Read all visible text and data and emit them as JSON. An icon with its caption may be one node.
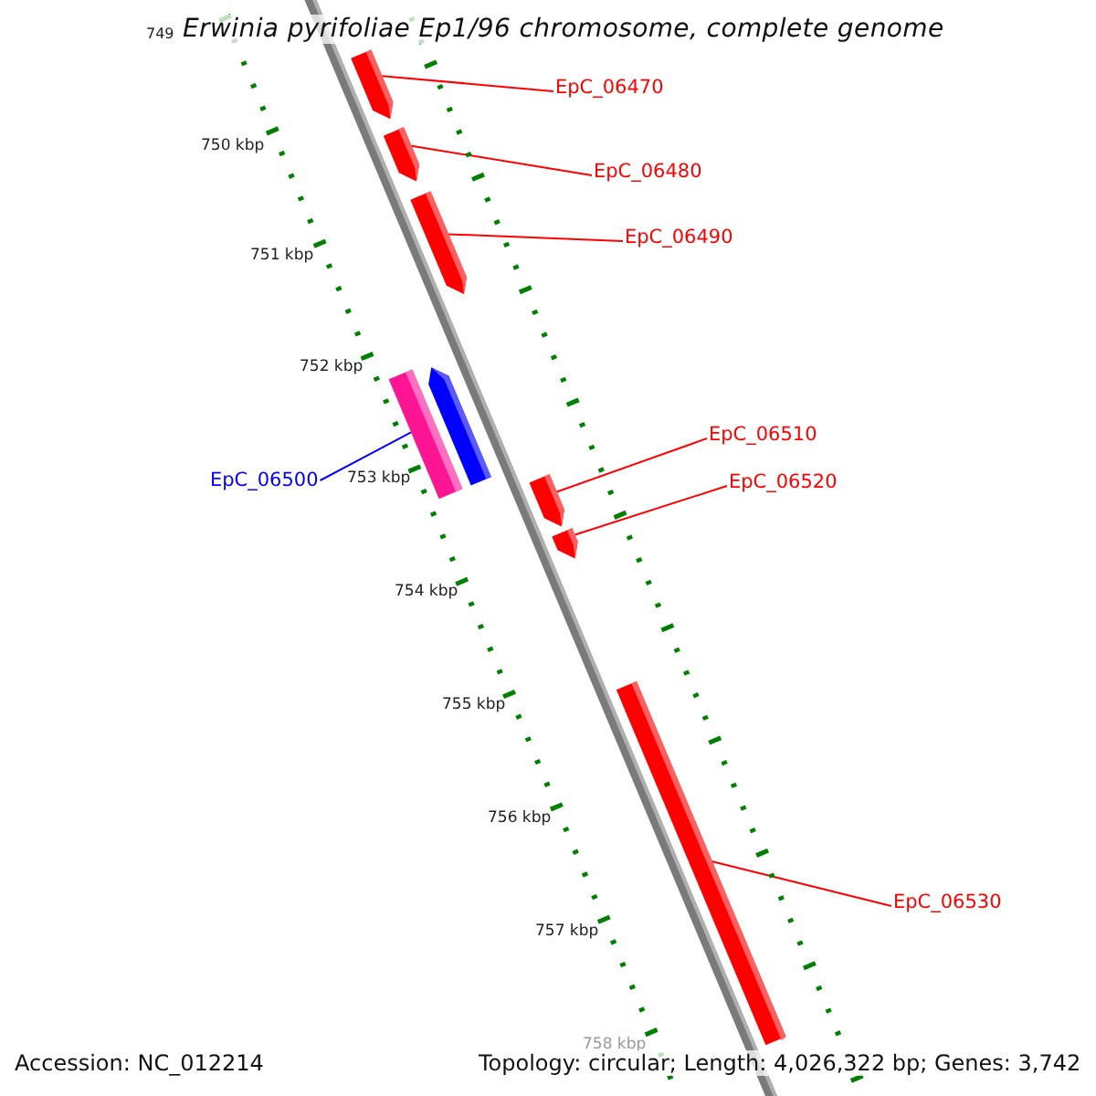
{
  "diagram": {
    "title": "Erwinia pyrifoliae Ep1/96 chromosome, complete genome",
    "nodes": [
      {
        "text": [
          "EpC_06470"
        ]
      },
      {
        "text": [
          "EpC_06480"
        ]
      },
      {
        "text": [
          "EpC_06490"
        ]
      },
      {
        "text": [
          "EpC_06500"
        ]
      },
      {
        "text": [
          "EpC_06510"
        ]
      },
      {
        "text": [
          "EpC_06520"
        ]
      },
      {
        "text": [
          "EpC_06530"
        ]
      },
      {
        "text": [],
        "shape": "arrow"
      },
      {
        "text": [],
        "shape": "arrow"
      },
      {
        "text": [],
        "shape": "arrow"
      },
      {
        "text": [],
        "shape": "bar"
      },
      {
        "text": [],
        "shape": "arrow"
      },
      {
        "text": [],
        "shape": "arrow"
      },
      {
        "text": [],
        "shape": "arrow"
      },
      {
        "text": [],
        "shape": "arrow"
      }
    ],
    "edges": [
      {
        "from": 0,
        "to": 7,
        "arrow": "none"
      },
      {
        "from": 1,
        "to": 8,
        "arrow": "none"
      },
      {
        "from": 2,
        "to": 9,
        "arrow": "none"
      },
      {
        "from": 3,
        "to": 10,
        "arrow": "none",
        "color": "#0000ff"
      },
      {
        "from": 4,
        "to": 12,
        "arrow": "none"
      },
      {
        "from": 5,
        "to": 13,
        "arrow": "none"
      },
      {
        "from": 6,
        "to": 14,
        "arrow": "none"
      }
    ],
    "labels": [
      "749",
      "750 kbp",
      "751 kbp",
      "752 kbp",
      "753 kbp",
      "754 kbp",
      "755 kbp",
      "756 kbp",
      "757 kbp",
      "758 kbp",
      "Accession: NC_012214",
      "Topology: circular; Length: 4,026,322 bp; Genes: 3,742"
    ]
  }
}
